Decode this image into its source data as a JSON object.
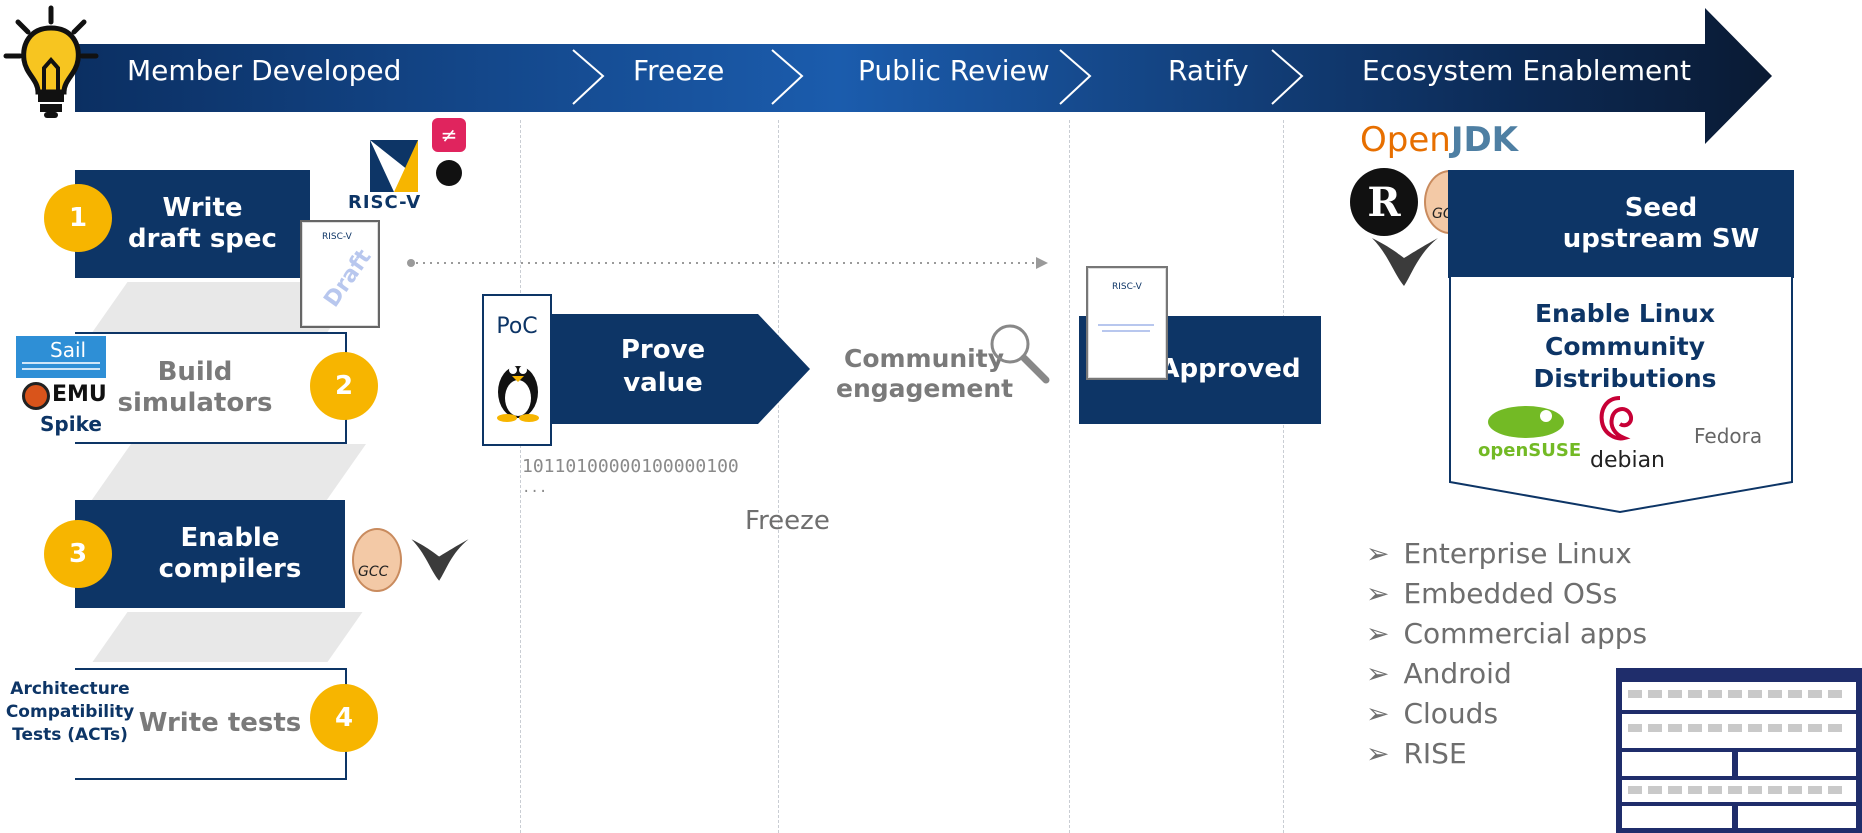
{
  "timeline": {
    "phases": [
      "Member Developed",
      "Freeze",
      "Public Review",
      "Ratify",
      "Ecosystem Enablement"
    ]
  },
  "steps": [
    {
      "number": "1",
      "label": "Write draft spec"
    },
    {
      "number": "2",
      "label": "Build simulators"
    },
    {
      "number": "3",
      "label": "Enable compilers"
    },
    {
      "number": "4",
      "label": "Write tests"
    }
  ],
  "simulators": {
    "sail": "Sail",
    "qemu": "EMU",
    "spike": "Spike"
  },
  "tests_label": "Architecture Compatibility Tests (ACTs)",
  "riscv_logo": "RISC-V",
  "draft_watermark": "Draft",
  "poc": {
    "tag": "PoC",
    "label": "Prove value",
    "binary": "10110100000100000100",
    "ellipsis": "..."
  },
  "freeze_label": "Freeze",
  "community_label": "Community engagement",
  "approved_label": "Approved",
  "ecosystem": {
    "openjdk_open": "Open",
    "openjdk_jdk": "JDK",
    "gcc": "GCC",
    "seed": "Seed upstream SW",
    "linux": "Enable Linux Community Distributions",
    "opensuse": "openSUSE",
    "debian": "debian",
    "fedora": "Fedora"
  },
  "bullets": [
    "Enterprise Linux",
    "Embedded OSs",
    "Commercial apps",
    "Android",
    "Clouds",
    "RISE"
  ],
  "colors": {
    "navy": "#0d3566",
    "gold": "#f7b500",
    "gray": "#7a7a7a"
  }
}
